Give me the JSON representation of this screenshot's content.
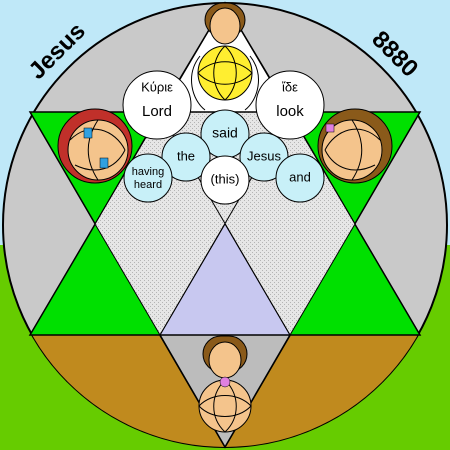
{
  "corners": {
    "left": "Jesus",
    "right": "8880"
  },
  "words": {
    "kyrie": "Κύριε",
    "lord": "Lord",
    "ide": "ἴδε",
    "look": "look",
    "said": "said",
    "the": "the",
    "jesus": "Jesus",
    "having": "having",
    "heard": "heard",
    "this": "(this)",
    "and": "and"
  },
  "colors": {
    "sky": "#bfe8f8",
    "grass": "#66cc00",
    "earth": "#c08a1e",
    "ring": "#c9c9c9",
    "triangle_green": "#00e000",
    "center_lavender": "#c8c8f0",
    "bubble": "#c8f0f8",
    "yellow": "#ffee30"
  }
}
